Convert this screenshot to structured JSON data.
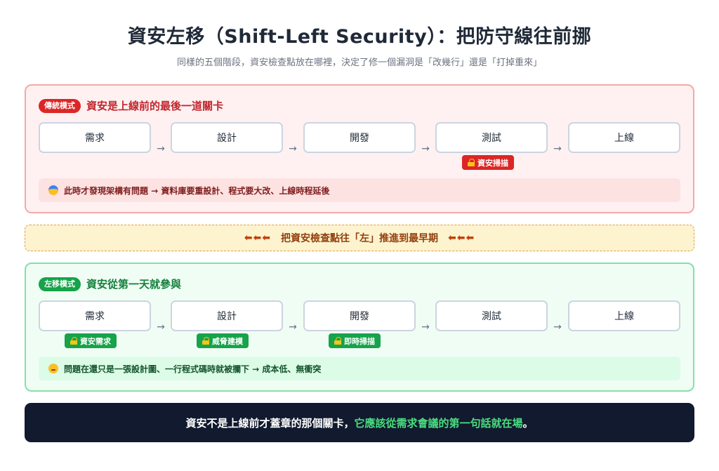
{
  "header": {
    "title": "資安左移（Shift-Left Security）：把防守線往前挪",
    "subtitle": "同樣的五個階段，資安檢查點放在哪裡，決定了修一個漏洞是「改幾行」還是「打掉重來」"
  },
  "traditional": {
    "tag": "傳統模式",
    "title": "資安是上線前的最後一道關卡",
    "stages": [
      "需求",
      "設計",
      "開發",
      "測試",
      "上線"
    ],
    "arrow": "→",
    "badge": "資安掃描",
    "note": "此時才發現架構有問題 → 資料庫要重設計、程式要大改、上線時程延後"
  },
  "shift_banner": {
    "arrows_left": "⬅⬅⬅",
    "text": "把資安檢查點往「左」推進到最早期",
    "arrows_right": "⬅⬅⬅"
  },
  "shift_left": {
    "tag": "左移模式",
    "title": "資安從第一天就參與",
    "stages": [
      "需求",
      "設計",
      "開發",
      "測試",
      "上線"
    ],
    "arrow": "→",
    "badges": [
      "資安需求",
      "威脅建模",
      "即時掃描"
    ],
    "note": "問題在還只是一張設計圖、一行程式碼時就被攔下 → 成本低、無衝突"
  },
  "footer": {
    "part1": "資安不是上線前才蓋章的那個關卡，",
    "part2": "它應該從需求會議的第一句話就在場",
    "part3": "。"
  },
  "colors": {
    "traditional_accent": "#dc2626",
    "shift_left_accent": "#16a34a",
    "banner_text": "#92400e",
    "footer_bg": "#111a2e",
    "footer_highlight": "#4ade80"
  },
  "icons": {
    "badge_icon": "lock-icon",
    "traditional_note_icon": "fearful-face-icon",
    "shift_left_note_icon": "relieved-face-icon"
  }
}
